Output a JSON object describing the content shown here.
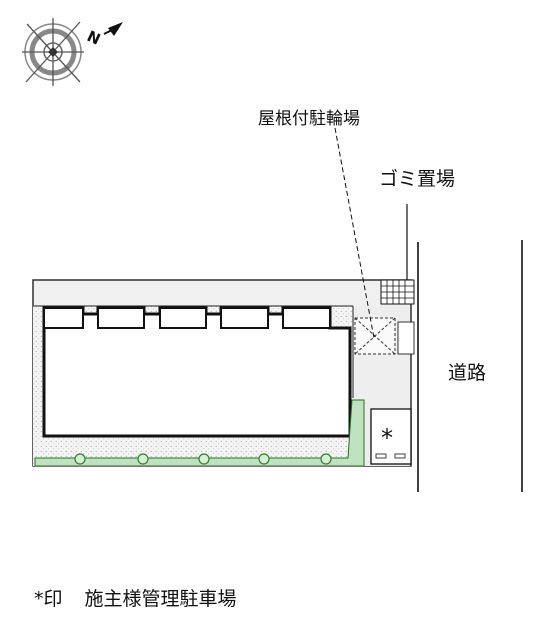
{
  "compass": {
    "icon": "north-arrow-compass-icon",
    "north_letter": "N"
  },
  "labels": {
    "covered_bicycle_parking": "屋根付駐輪場",
    "garbage_area": "ゴミ置場",
    "road": "道路",
    "parking_marker": "*"
  },
  "note": {
    "symbol": "*印",
    "text": "施主様管理駐車場"
  },
  "colors": {
    "line": "#111111",
    "site_fill": "#f2f2f2",
    "planting_green": "#8ccf8c",
    "shrub_stroke": "#3b7a3b"
  }
}
